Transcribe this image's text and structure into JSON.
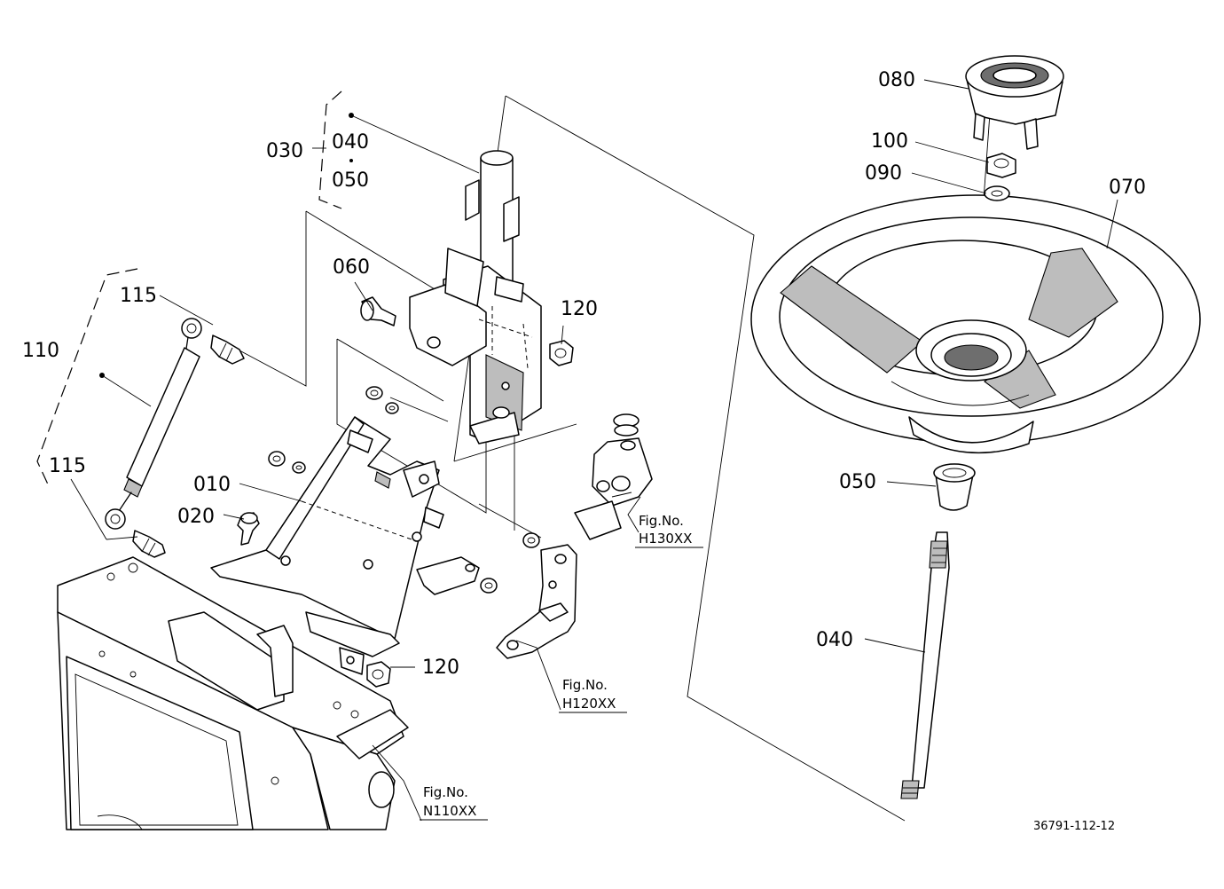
{
  "labels": {
    "l030": "030",
    "l040a": "040",
    "l050a": "050",
    "l060": "060",
    "l120a": "120",
    "l120b": "120",
    "l115a": "115",
    "l115b": "115",
    "l110": "110",
    "l010": "010",
    "l020": "020",
    "l080": "080",
    "l100": "100",
    "l090": "090",
    "l070": "070",
    "l050b": "050",
    "l040b": "040"
  },
  "refs": {
    "h130": {
      "fig": "Fig.No.",
      "num": "H130XX"
    },
    "h120": {
      "fig": "Fig.No.",
      "num": "H120XX"
    },
    "n110": {
      "fig": "Fig.No.",
      "num": "N110XX"
    }
  },
  "drawing_code": "36791-112-12"
}
